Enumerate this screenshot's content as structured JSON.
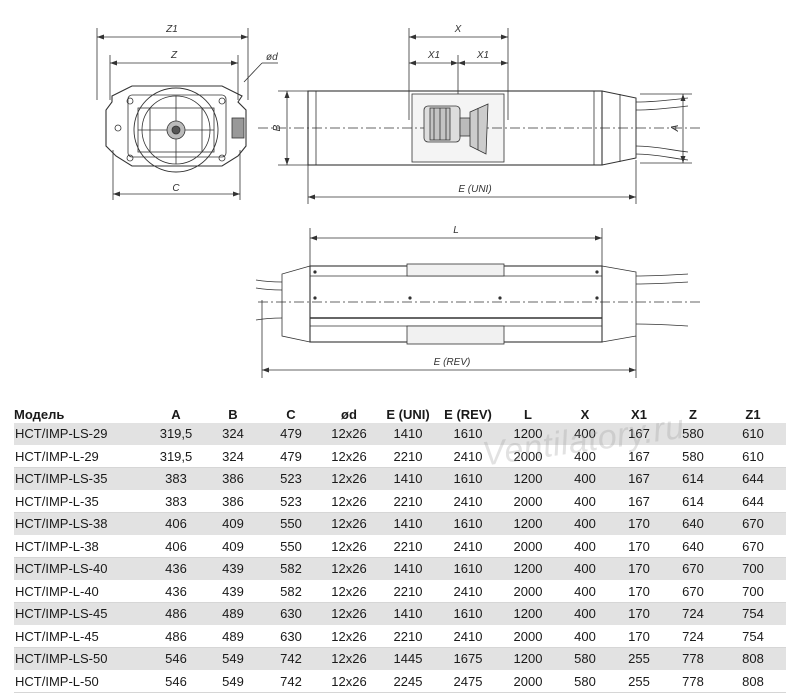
{
  "drawing": {
    "labels": {
      "z1": "Z1",
      "z": "Z",
      "od": "ød",
      "c": "C",
      "b": "B",
      "x": "X",
      "x1a": "X1",
      "x1b": "X1",
      "a": "A",
      "e_uni": "E (UNI)",
      "l": "L",
      "e_rev": "E (REV)"
    }
  },
  "watermark": "Ventilatory.ru",
  "table": {
    "headers": [
      "Модель",
      "A",
      "B",
      "C",
      "ød",
      "E (UNI)",
      "E (REV)",
      "L",
      "X",
      "X1",
      "Z",
      "Z1"
    ],
    "rows": [
      [
        "HCT/IMP-LS-29",
        "319,5",
        "324",
        "479",
        "12x26",
        "1410",
        "1610",
        "1200",
        "400",
        "167",
        "580",
        "610"
      ],
      [
        "HCT/IMP-L-29",
        "319,5",
        "324",
        "479",
        "12x26",
        "2210",
        "2410",
        "2000",
        "400",
        "167",
        "580",
        "610"
      ],
      [
        "HCT/IMP-LS-35",
        "383",
        "386",
        "523",
        "12x26",
        "1410",
        "1610",
        "1200",
        "400",
        "167",
        "614",
        "644"
      ],
      [
        "HCT/IMP-L-35",
        "383",
        "386",
        "523",
        "12x26",
        "2210",
        "2410",
        "2000",
        "400",
        "167",
        "614",
        "644"
      ],
      [
        "HCT/IMP-LS-38",
        "406",
        "409",
        "550",
        "12x26",
        "1410",
        "1610",
        "1200",
        "400",
        "170",
        "640",
        "670"
      ],
      [
        "HCT/IMP-L-38",
        "406",
        "409",
        "550",
        "12x26",
        "2210",
        "2410",
        "2000",
        "400",
        "170",
        "640",
        "670"
      ],
      [
        "HCT/IMP-LS-40",
        "436",
        "439",
        "582",
        "12x26",
        "1410",
        "1610",
        "1200",
        "400",
        "170",
        "670",
        "700"
      ],
      [
        "HCT/IMP-L-40",
        "436",
        "439",
        "582",
        "12x26",
        "2210",
        "2410",
        "2000",
        "400",
        "170",
        "670",
        "700"
      ],
      [
        "HCT/IMP-LS-45",
        "486",
        "489",
        "630",
        "12x26",
        "1410",
        "1610",
        "1200",
        "400",
        "170",
        "724",
        "754"
      ],
      [
        "HCT/IMP-L-45",
        "486",
        "489",
        "630",
        "12x26",
        "2210",
        "2410",
        "2000",
        "400",
        "170",
        "724",
        "754"
      ],
      [
        "HCT/IMP-LS-50",
        "546",
        "549",
        "742",
        "12x26",
        "1445",
        "1675",
        "1200",
        "580",
        "255",
        "778",
        "808"
      ],
      [
        "HCT/IMP-L-50",
        "546",
        "549",
        "742",
        "12x26",
        "2245",
        "2475",
        "2000",
        "580",
        "255",
        "778",
        "808"
      ]
    ]
  }
}
